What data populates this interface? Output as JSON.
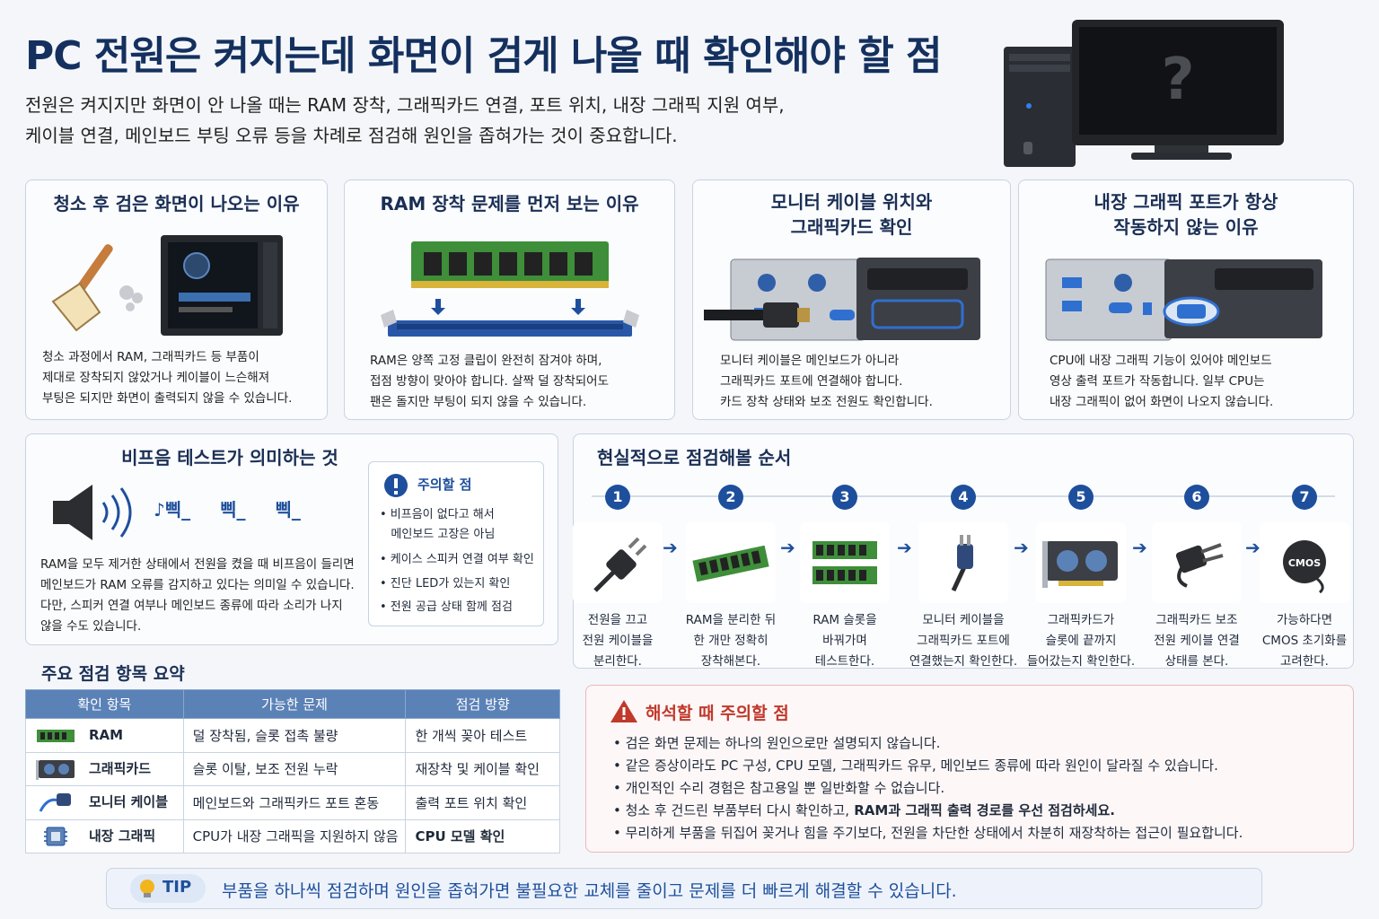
{
  "header": {
    "title": "PC 전원은 켜지는데 화면이 검게 나올 때 확인해야 할 점",
    "subtitle_line1": "전원은 켜지지만 화면이 안 나올 때는 RAM 장착, 그래픽카드 연결, 포트 위치, 내장 그래픽 지원 여부,",
    "subtitle_line2": "케이블 연결, 메인보드 부팅 오류 등을 차례로 점검해 원인을 좁혀가는 것이 중요합니다.",
    "monitor_glyph": "?"
  },
  "cards": [
    {
      "title": "청소 후 검은 화면이 나오는 이유",
      "lines": [
        "청소 과정에서 RAM, 그래픽카드 등 부품이",
        "제대로 장착되지 않았거나 케이블이 느슨해져",
        "부팅은 되지만 화면이 출력되지 않을 수 있습니다."
      ]
    },
    {
      "title": "RAM 장착 문제를 먼저 보는 이유",
      "lines": [
        "RAM은 양쪽 고정 클립이 완전히 잠겨야 하며,",
        "접점 방향이 맞아야 합니다. 살짝 덜 장착되어도",
        "팬은 돌지만 부팅이 되지 않을 수 있습니다."
      ]
    },
    {
      "title_line1": "모니터 케이블 위치와",
      "title_line2": "그래픽카드 확인",
      "lines": [
        "모니터 케이블은 메인보드가 아니라",
        "그래픽카드 포트에 연결해야 합니다.",
        "카드 장착 상태와 보조 전원도 확인합니다."
      ]
    },
    {
      "title_line1": "내장 그래픽 포트가 항상",
      "title_line2": "작동하지 않는 이유",
      "lines": [
        "CPU에 내장 그래픽 기능이 있어야 메인보드",
        "영상 출력 포트가 작동합니다. 일부 CPU는",
        "내장 그래픽이 없어 화면이 나오지 않습니다."
      ]
    }
  ],
  "beep": {
    "title": "비프음 테스트가 의미하는 것",
    "sounds": [
      "♪삑_",
      "삑_",
      "삑_"
    ],
    "lines": [
      "RAM을 모두 제거한 상태에서 전원을 켰을 때 비프음이 들리면",
      "메인보드가 RAM 오류를 감지하고 있다는 의미일 수 있습니다.",
      "다만, 스피커 연결 여부나 메인보드 종류에 따라 소리가 나지",
      "않을 수도 있습니다."
    ],
    "note_title": "주의할 점",
    "note_items": [
      "• 비프음이 없다고 해서",
      "   메인보드 고장은 아님",
      "• 케이스 스피커 연결 여부 확인",
      "• 진단 LED가 있는지 확인",
      "• 전원 공급 상태 함께 점검"
    ]
  },
  "steps": {
    "title": "현실적으로 점검해볼 순서",
    "items": [
      {
        "num": "1",
        "lines": [
          "전원을 끄고",
          "전원 케이블을",
          "분리한다."
        ]
      },
      {
        "num": "2",
        "lines": [
          "RAM을 분리한 뒤",
          "한 개만 정확히",
          "장착해본다."
        ]
      },
      {
        "num": "3",
        "lines": [
          "RAM 슬롯을",
          "바꿔가며",
          "테스트한다."
        ]
      },
      {
        "num": "4",
        "lines": [
          "모니터 케이블을",
          "그래픽카드 포트에",
          "연결했는지 확인한다."
        ]
      },
      {
        "num": "5",
        "lines": [
          "그래픽카드가",
          "슬롯에 끝까지",
          "들어갔는지 확인한다."
        ]
      },
      {
        "num": "6",
        "lines": [
          "그래픽카드 보조",
          "전원 케이블 연결",
          "상태를 본다."
        ]
      },
      {
        "num": "7",
        "lines": [
          "가능하다면",
          "CMOS 초기화를",
          "고려한다."
        ]
      }
    ],
    "cmos_label": "CMOS"
  },
  "summary": {
    "title": "주요 점검 항목 요약",
    "headers": [
      "확인 항목",
      "가능한 문제",
      "점검 방향"
    ],
    "rows": [
      {
        "item": "RAM",
        "problem": "덜 장착됨, 슬롯 접촉 불량",
        "action": "한 개씩 꽂아 테스트",
        "icon": "ram-icon"
      },
      {
        "item": "그래픽카드",
        "problem": "슬롯 이탈, 보조 전원 누락",
        "action": "재장착 및 케이블 확인",
        "icon": "gpu-icon"
      },
      {
        "item": "모니터 케이블",
        "problem": "메인보드와 그래픽카드 포트 혼동",
        "action": "출력 포트 위치 확인",
        "icon": "cable-icon"
      },
      {
        "item": "내장 그래픽",
        "problem": "CPU가 내장 그래픽을 지원하지 않음",
        "action": "CPU 모델 확인",
        "icon": "chip-icon"
      }
    ]
  },
  "caution": {
    "title": "해석할 때 주의할 점",
    "items": [
      "• 검은 화면 문제는 하나의 원인으로만 설명되지 않습니다.",
      "• 같은 증상이라도 PC 구성, CPU 모델, 그래픽카드 유무, 메인보드 종류에 따라 원인이 달라질 수 있습니다.",
      "• 개인적인 수리 경험은 참고용일 뿐 일반화할 수 없습니다.",
      "• 청소 후 건드린 부품부터 다시 확인하고,",
      "• 무리하게 부품을 뒤집어 꽂거나 힘을 주기보다, 전원을 차단한 상태에서 차분히 재장착하는 접근이 필요합니다."
    ],
    "item4_bold": " RAM과 그래픽 출력 경로를 우선 점검하세요."
  },
  "tip": {
    "label": "TIP",
    "text": "부품을 하나씩 점검하며 원인을 좁혀가면 불필요한 교체를 줄이고 문제를 더 빠르게 해결할 수 있습니다."
  },
  "colors": {
    "title": "#14305e",
    "accent": "#1e4f9c",
    "table_header": "#5b82b7",
    "caution": "#c0392b",
    "ram_green": "#3e8e3a"
  }
}
